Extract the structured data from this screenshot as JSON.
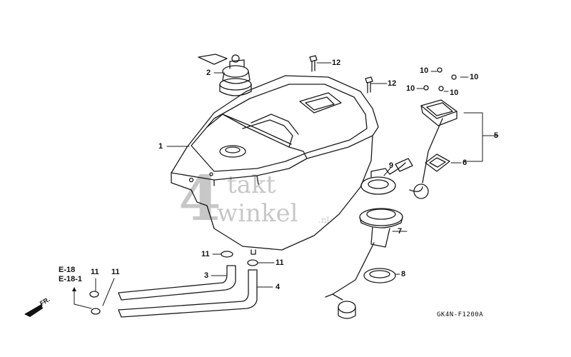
{
  "callouts": [
    {
      "id": "1",
      "text": "1"
    },
    {
      "id": "2",
      "text": "2"
    },
    {
      "id": "3",
      "text": "3"
    },
    {
      "id": "4",
      "text": "4"
    },
    {
      "id": "5",
      "text": "5"
    },
    {
      "id": "6",
      "text": "6"
    },
    {
      "id": "7",
      "text": "7"
    },
    {
      "id": "8",
      "text": "8"
    },
    {
      "id": "9",
      "text": "9"
    },
    {
      "id": "10a",
      "text": "10"
    },
    {
      "id": "10b",
      "text": "10"
    },
    {
      "id": "10c",
      "text": "10"
    },
    {
      "id": "10d",
      "text": "10"
    },
    {
      "id": "11a",
      "text": "11"
    },
    {
      "id": "11b",
      "text": "11"
    },
    {
      "id": "11c",
      "text": "11"
    },
    {
      "id": "11d",
      "text": "11"
    },
    {
      "id": "12a",
      "text": "12"
    },
    {
      "id": "12b",
      "text": "12"
    }
  ],
  "references": {
    "ref1": "E-18",
    "ref2": "E-18-1",
    "direction": "FR."
  },
  "diagram_code": "GK4N-F1200A",
  "watermark": {
    "digit": "4",
    "line1": "takt",
    "line2": "winkel",
    "suffix": ".nl"
  }
}
